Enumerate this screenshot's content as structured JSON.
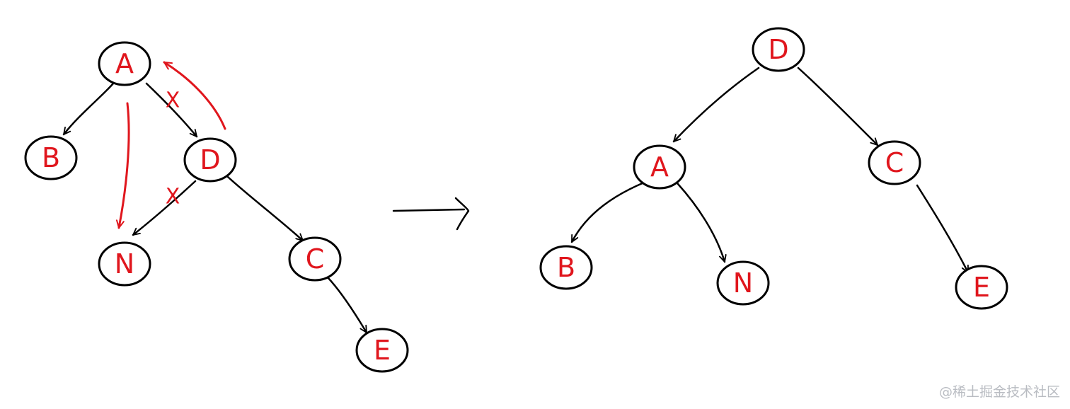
{
  "diagram": {
    "before_tree": {
      "nodes": [
        {
          "id": "A",
          "label": "A"
        },
        {
          "id": "B",
          "label": "B"
        },
        {
          "id": "D",
          "label": "D"
        },
        {
          "id": "N",
          "label": "N"
        },
        {
          "id": "C",
          "label": "C"
        },
        {
          "id": "E",
          "label": "E"
        }
      ],
      "edges": [
        {
          "from": "A",
          "to": "B",
          "crossed": false
        },
        {
          "from": "A",
          "to": "D",
          "crossed": true
        },
        {
          "from": "D",
          "to": "N",
          "crossed": true
        },
        {
          "from": "D",
          "to": "C",
          "crossed": false
        },
        {
          "from": "C",
          "to": "E",
          "crossed": false
        }
      ],
      "red_arrows": [
        {
          "from": "A",
          "to": "N"
        },
        {
          "from": "D",
          "to": "A"
        }
      ],
      "cross_mark": "X"
    },
    "after_tree": {
      "nodes": [
        {
          "id": "D",
          "label": "D"
        },
        {
          "id": "A",
          "label": "A"
        },
        {
          "id": "C",
          "label": "C"
        },
        {
          "id": "B",
          "label": "B"
        },
        {
          "id": "N",
          "label": "N"
        },
        {
          "id": "E",
          "label": "E"
        }
      ],
      "edges": [
        {
          "from": "D",
          "to": "A"
        },
        {
          "from": "D",
          "to": "C"
        },
        {
          "from": "A",
          "to": "B"
        },
        {
          "from": "A",
          "to": "N"
        },
        {
          "from": "C",
          "to": "E"
        }
      ]
    },
    "colors": {
      "node_label": "#e0161d",
      "edge": "#000000",
      "annotation": "#e0161d",
      "watermark": "#b9bcc2"
    }
  },
  "watermark": {
    "text": "@稀土掘金技术社区"
  }
}
